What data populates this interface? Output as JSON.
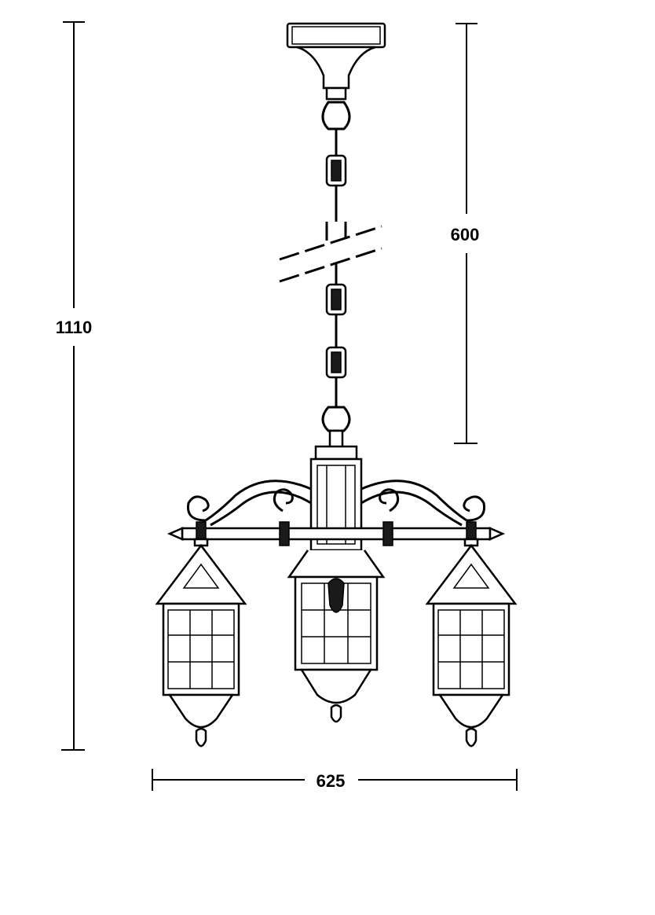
{
  "dimensions": {
    "total_height": "1110",
    "chain_length": "600",
    "width": "625"
  }
}
